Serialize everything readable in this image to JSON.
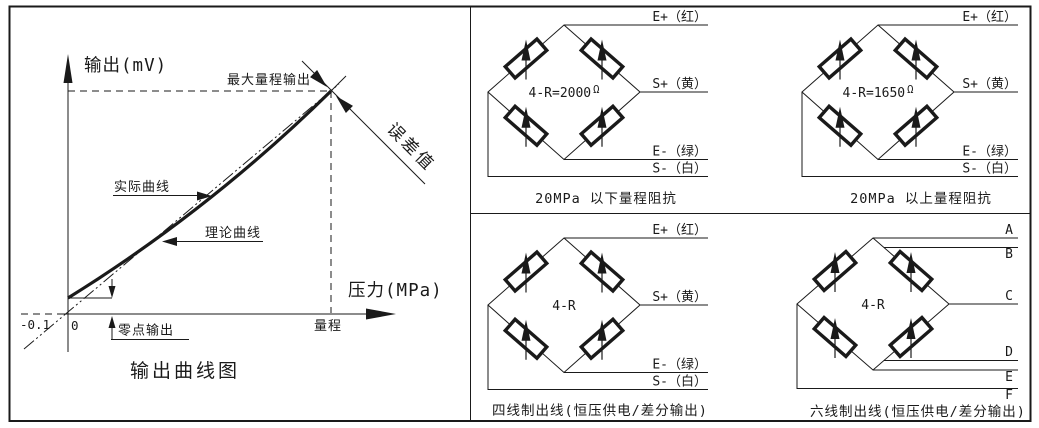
{
  "colors": {
    "ink": "#1a1a1a",
    "background": "#ffffff"
  },
  "graph": {
    "y_axis_label": "输出(mV)",
    "x_axis_label": "压力(MPa)",
    "max_range_output_label": "最大量程输出",
    "error_value_label": "误差值",
    "actual_curve_label": "实际曲线",
    "theory_curve_label": "理论曲线",
    "zero_point_output_label": "零点输出",
    "tick_negative": "-0.1",
    "tick_zero": "0",
    "tick_range": "量程",
    "title": "输出曲线图"
  },
  "bridges": [
    {
      "name": "impedance-below-20mpa",
      "center_label": "4-R=2000",
      "ohm": "Ω",
      "caption": "20MPa 以下量程阻抗",
      "wires": {
        "e_plus": "E+（红）",
        "s_plus": "S+（黄）",
        "e_minus": "E-（绿）",
        "s_minus": "S-（白）"
      }
    },
    {
      "name": "impedance-above-20mpa",
      "center_label": "4-R=1650",
      "ohm": "Ω",
      "caption": "20MPa 以上量程阻抗",
      "wires": {
        "e_plus": "E+（红）",
        "s_plus": "S+（黄）",
        "e_minus": "E-（绿）",
        "s_minus": "S-（白）"
      }
    },
    {
      "name": "four-wire-output",
      "center_label": "4-R",
      "caption": "四线制出线(恒压供电/差分输出)",
      "wires": {
        "e_plus": "E+（红）",
        "s_plus": "S+（黄）",
        "e_minus": "E-（绿）",
        "s_minus": "S-（白）"
      }
    },
    {
      "name": "six-wire-output",
      "center_label": "4-R",
      "caption": "六线制出线(恒压供电/差分输出)",
      "wires": {
        "a": "A",
        "b": "B",
        "c": "C",
        "d": "D",
        "e": "E",
        "f": "F"
      }
    }
  ]
}
